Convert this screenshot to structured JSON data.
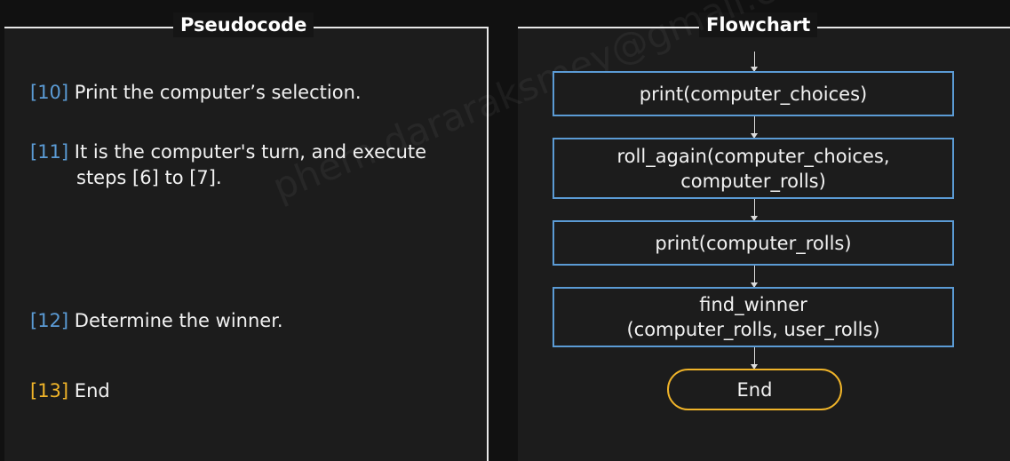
{
  "pseudocode": {
    "title": "Pseudocode",
    "steps": [
      {
        "num": "[10]",
        "text": "Print the computer’s selection."
      },
      {
        "num": "[11]",
        "text": "It is the computer's turn, and execute",
        "text2": "steps [6] to [7]."
      },
      {
        "num": "[12]",
        "text": "Determine the winner."
      },
      {
        "num": "[13]",
        "text": "End"
      }
    ]
  },
  "flowchart": {
    "title": "Flowchart",
    "boxes": [
      {
        "text": "print(computer_choices)"
      },
      {
        "text": "roll_again(computer_choices,\ncomputer_rolls)"
      },
      {
        "text": "print(computer_rolls)"
      },
      {
        "text": "find_winner\n(computer_rolls, user_rolls)"
      }
    ],
    "terminal": "End"
  },
  "watermark": "phem.dararaksmey@gmail.com",
  "colors": {
    "process_border": "#5b9bd5",
    "terminal_border": "#f0b429",
    "step_number": "#5b9bd5",
    "end_number": "#f0b429"
  }
}
